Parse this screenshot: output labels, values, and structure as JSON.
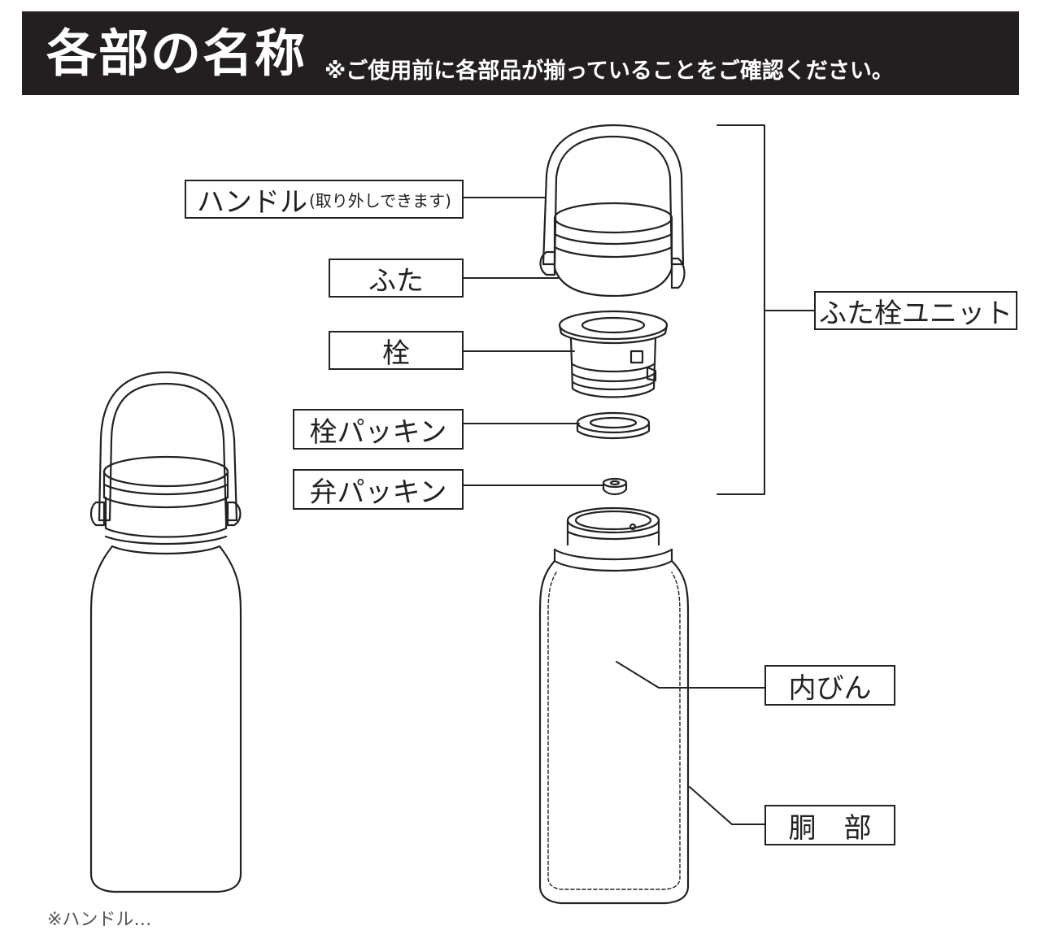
{
  "header": {
    "title": "各部の名称",
    "subtitle": "※ご使用前に各部品が揃っていることをご確認ください。"
  },
  "labels": {
    "handle": "ハンドル",
    "handle_note": "(取り外しできます)",
    "lid": "ふた",
    "stopper": "栓",
    "stopper_packing": "栓パッキン",
    "valve_packing": "弁パッキン",
    "lid_stopper_unit": "ふた栓ユニット",
    "inner_bottle": "内びん",
    "body": "胴　部"
  },
  "footer": {
    "cut_text": "※ハンドル…"
  },
  "colors": {
    "header_bg": "#231f20",
    "header_text": "#ffffff",
    "line": "#222222"
  }
}
